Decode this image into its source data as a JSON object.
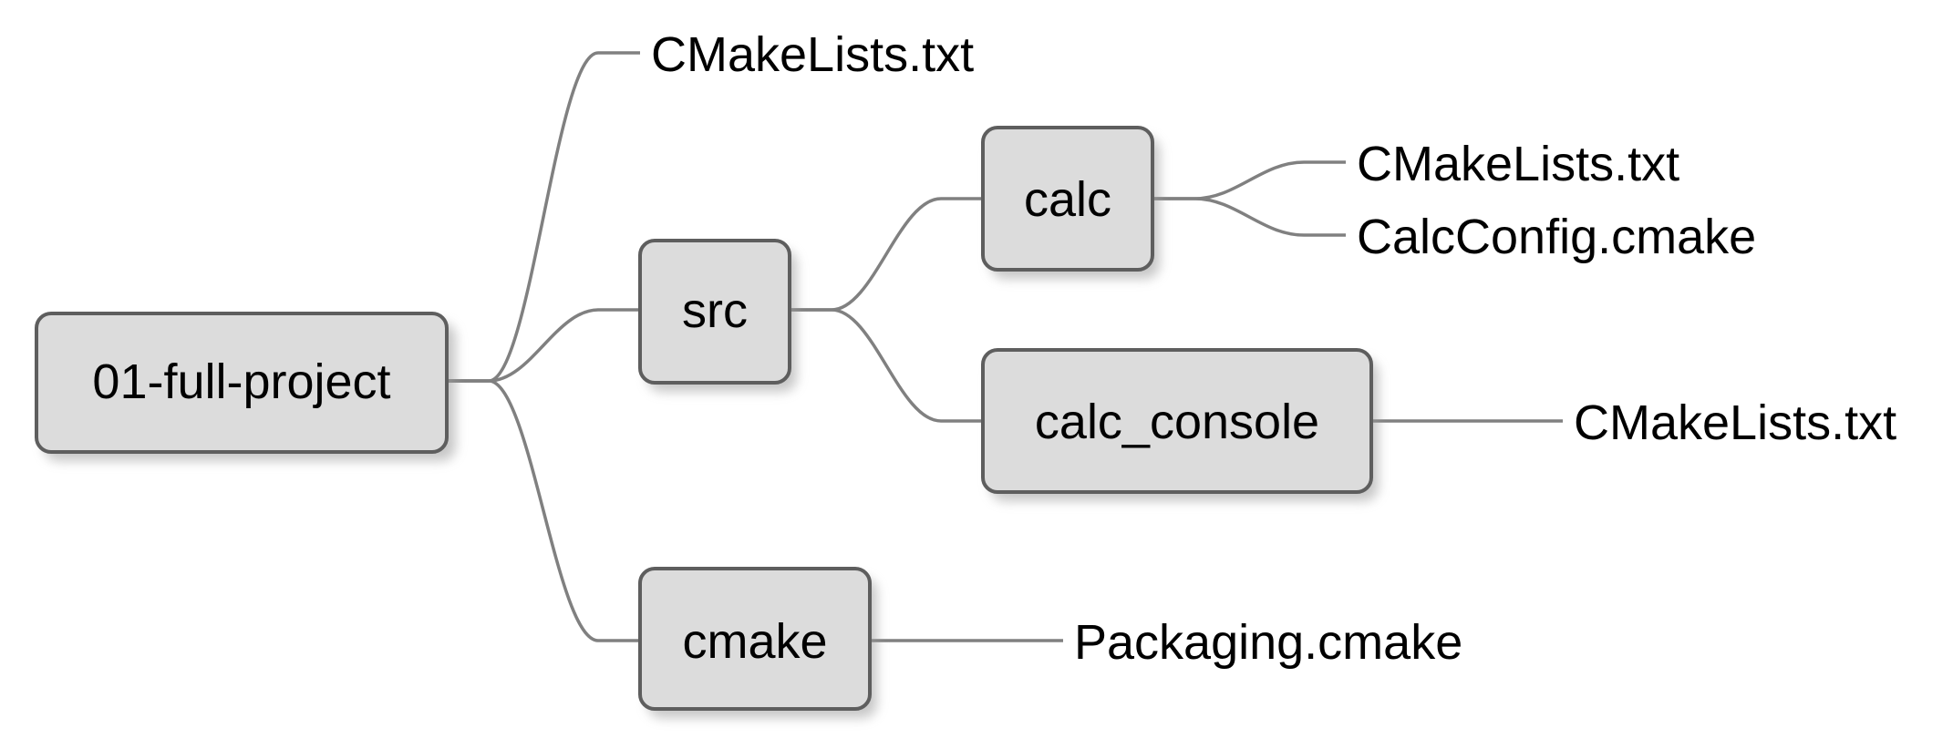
{
  "diagram": {
    "root": "01-full-project",
    "root_children": {
      "cmakelists": "CMakeLists.txt",
      "src": "src",
      "cmake": "cmake"
    },
    "src_children": {
      "calc": "calc",
      "calc_console": "calc_console"
    },
    "calc_children": {
      "cmakelists": "CMakeLists.txt",
      "calcconfig": "CalcConfig.cmake"
    },
    "calc_console_children": {
      "cmakelists": "CMakeLists.txt"
    },
    "cmake_children": {
      "packaging": "Packaging.cmake"
    }
  },
  "colors": {
    "node_fill": "#dcdcdc",
    "node_border": "#5e5e5e",
    "edge": "#808080",
    "background": "#ffffff"
  }
}
